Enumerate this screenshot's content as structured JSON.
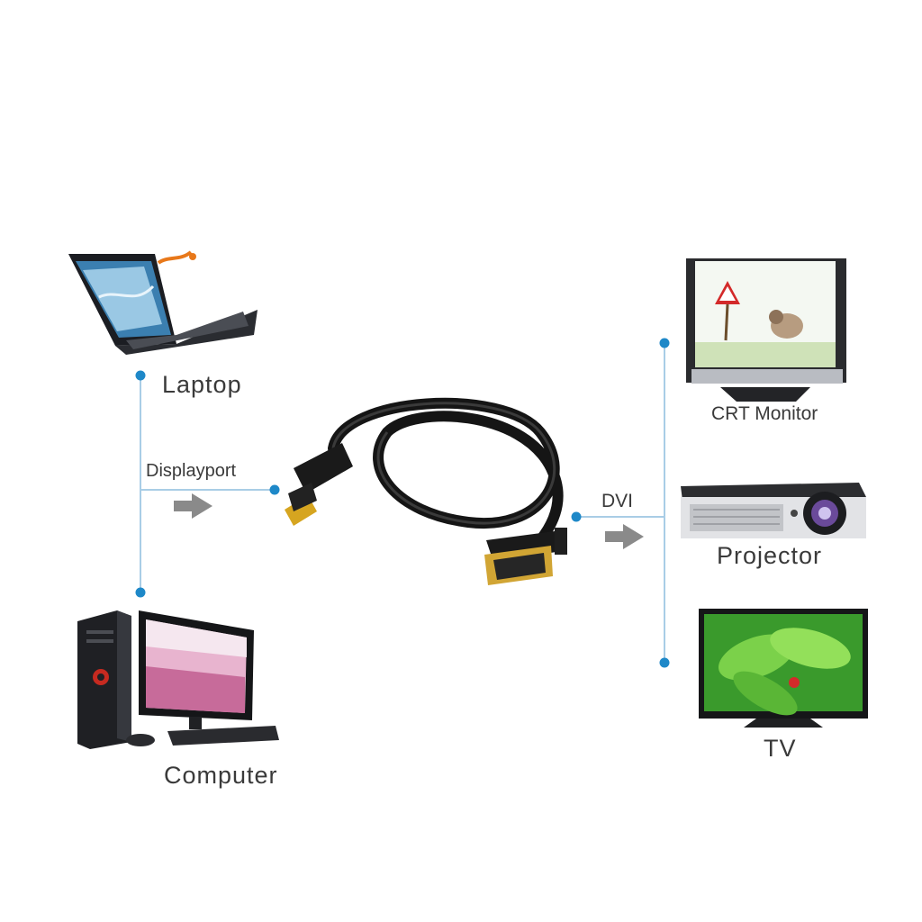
{
  "sources": {
    "laptop": {
      "label": "Laptop",
      "icon": "laptop-icon"
    },
    "computer": {
      "label": "Computer",
      "icon": "desktop-computer-icon"
    }
  },
  "connection_in": {
    "label": "Displayport",
    "icon": "arrow-right-icon"
  },
  "cable": {
    "icon": "displayport-to-dvi-cable-icon"
  },
  "connection_out": {
    "label": "DVI",
    "icon": "arrow-right-icon"
  },
  "targets": {
    "crt_monitor": {
      "label": "CRT Monitor",
      "icon": "crt-monitor-icon"
    },
    "projector": {
      "label": "Projector",
      "icon": "projector-icon"
    },
    "tv": {
      "label": "TV",
      "icon": "tv-icon"
    }
  },
  "colors": {
    "connector_line": "#a9cde6",
    "connector_dot": "#1e88c8",
    "arrow": "#8a8a8a",
    "text": "#3a3a3a"
  }
}
